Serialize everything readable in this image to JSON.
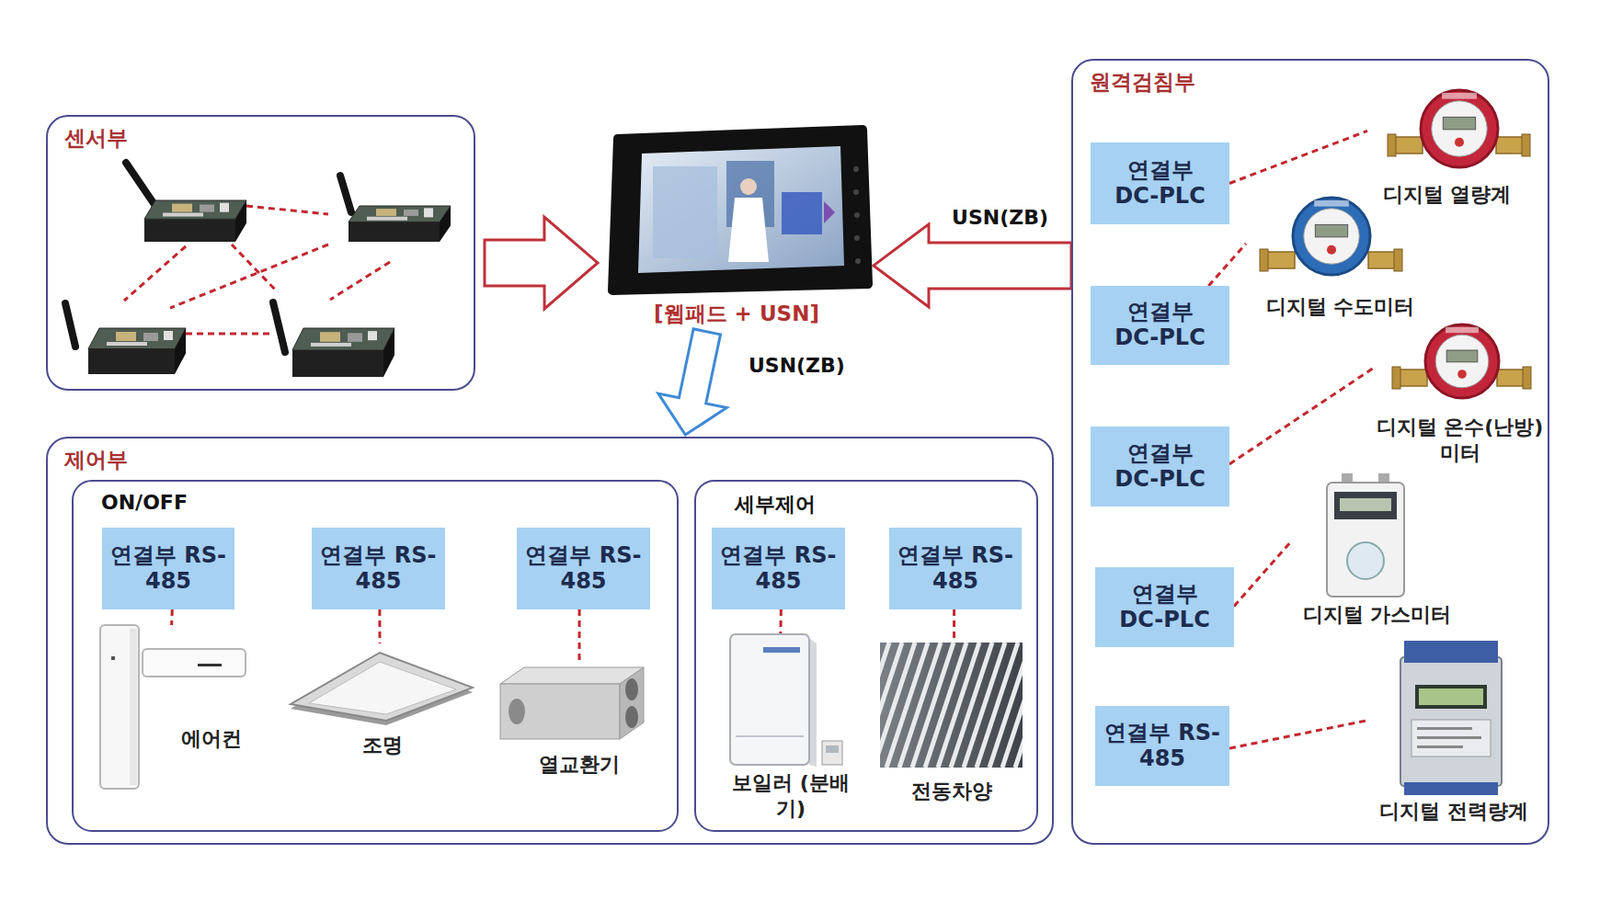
{
  "diagram": {
    "nodes": [
      {
        "text": [
          "센서부"
        ]
      },
      {
        "text": [
          "[웹패드 + USN]"
        ]
      },
      {
        "text": [
          "원격검침부"
        ]
      },
      {
        "text": [
          "연결부 DC-PLC"
        ],
        "in": 2
      },
      {
        "text": [
          "디지털 열량계"
        ],
        "in": 2
      },
      {
        "text": [
          "연결부 DC-PLC"
        ],
        "in": 2
      },
      {
        "text": [
          "디지털 수도미터"
        ],
        "in": 2
      },
      {
        "text": [
          "연결부 DC-PLC"
        ],
        "in": 2
      },
      {
        "text": [
          "디지털 온수(난방)미터"
        ],
        "in": 2
      },
      {
        "text": [
          "연결부 DC-PLC"
        ],
        "in": 2
      },
      {
        "text": [
          "디지털 가스미터"
        ],
        "in": 2
      },
      {
        "text": [
          "연결부 RS-485"
        ],
        "in": 2
      },
      {
        "text": [
          "디지털 전력량계"
        ],
        "in": 2
      },
      {
        "text": [
          "제어부"
        ]
      },
      {
        "text": [
          "ON/OFF"
        ],
        "in": 13
      },
      {
        "text": [
          "연결부 RS-485"
        ],
        "in": 14
      },
      {
        "text": [
          "에어컨"
        ],
        "in": 14
      },
      {
        "text": [
          "연결부 RS-485"
        ],
        "in": 14
      },
      {
        "text": [
          "조명"
        ],
        "in": 14
      },
      {
        "text": [
          "연결부 RS-485"
        ],
        "in": 14
      },
      {
        "text": [
          "열교환기"
        ],
        "in": 14
      },
      {
        "text": [
          "세부제어"
        ],
        "in": 13
      },
      {
        "text": [
          "연결부 RS-485"
        ],
        "in": 21
      },
      {
        "text": [
          "보일러 (분배기)"
        ],
        "in": 21
      },
      {
        "text": [
          "연결부 RS-485"
        ],
        "in": 21
      },
      {
        "text": [
          "전동차양"
        ],
        "in": 21
      }
    ],
    "edges": [
      {
        "from": 0,
        "to": 1,
        "arrow": "to"
      },
      {
        "from": 2,
        "to": 1,
        "label": "USN(ZB)",
        "arrow": "to"
      },
      {
        "from": 1,
        "to": 13,
        "label": "USN(ZB)",
        "arrow": "to"
      },
      {
        "from": 3,
        "to": 4,
        "arrow": "none"
      },
      {
        "from": 5,
        "to": 6,
        "arrow": "none"
      },
      {
        "from": 7,
        "to": 8,
        "arrow": "none"
      },
      {
        "from": 9,
        "to": 10,
        "arrow": "none"
      },
      {
        "from": 11,
        "to": 12,
        "arrow": "none"
      },
      {
        "from": 15,
        "to": 16,
        "arrow": "none"
      },
      {
        "from": 17,
        "to": 18,
        "arrow": "none"
      },
      {
        "from": 19,
        "to": 20,
        "arrow": "none"
      },
      {
        "from": 22,
        "to": 23,
        "arrow": "none"
      },
      {
        "from": 24,
        "to": 25,
        "arrow": "none"
      }
    ]
  }
}
